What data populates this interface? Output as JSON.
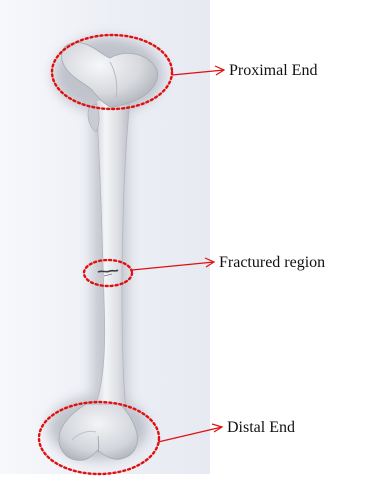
{
  "labels": {
    "proximal_end": "Proximal End",
    "fractured_region": "Fractured region",
    "distal_end": "Distal End"
  },
  "colors": {
    "annotation_red": "#e01010",
    "label_text": "#111111",
    "bone_fill": "#d9dbe0",
    "background_panel": "#eef0f6"
  }
}
